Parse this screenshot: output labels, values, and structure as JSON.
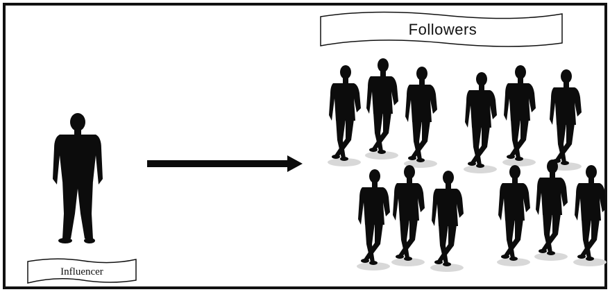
{
  "followers_label": "Followers",
  "influencer_label": "Influencer",
  "colors": {
    "frame": "#111111",
    "silhouette": "#0c0c0c",
    "shadow": "#d8d8d8",
    "background": "#ffffff"
  },
  "icons": {
    "influencer": "standing-person-silhouette",
    "follower": "leaning-person-silhouette",
    "connector": "right-arrow"
  },
  "follower_groups": 4,
  "followers_per_group": 3
}
